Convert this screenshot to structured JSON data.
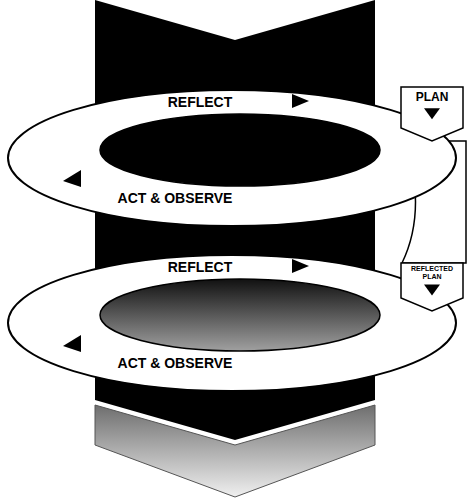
{
  "diagram": {
    "nodes": [
      {
        "text": [
          "REFLECT",
          "ACT & OBSERVE"
        ]
      },
      {
        "text": [
          "PLAN"
        ]
      },
      {
        "text": [
          "REFLECT",
          "ACT & OBSERVE"
        ]
      },
      {
        "text": [
          "REFLECTED PLAN"
        ]
      }
    ]
  }
}
